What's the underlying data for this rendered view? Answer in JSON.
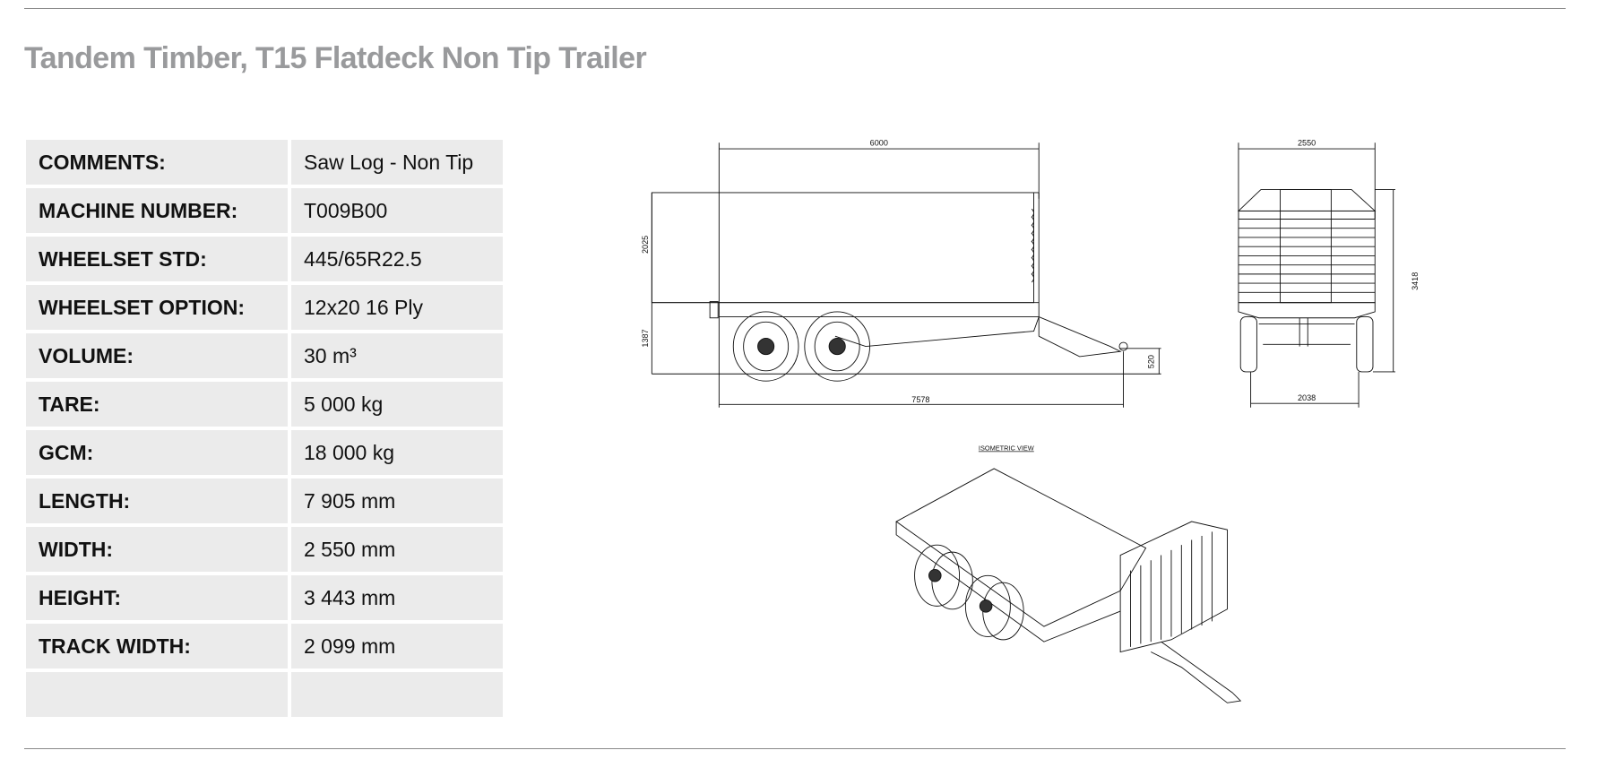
{
  "title": "Tandem Timber, T15 Flatdeck Non Tip Trailer",
  "specs": [
    {
      "label": "COMMENTS:",
      "value": "Saw Log - Non Tip"
    },
    {
      "label": "MACHINE NUMBER:",
      "value": "T009B00"
    },
    {
      "label": "WHEELSET STD:",
      "value": "445/65R22.5"
    },
    {
      "label": "WHEELSET OPTION:",
      "value": "12x20 16 Ply"
    },
    {
      "label": "VOLUME:",
      "value": "30 m³"
    },
    {
      "label": "TARE:",
      "value": "5 000 kg"
    },
    {
      "label": "GCM:",
      "value": "18 000 kg"
    },
    {
      "label": "LENGTH:",
      "value": "7 905 mm"
    },
    {
      "label": "WIDTH:",
      "value": "2 550 mm"
    },
    {
      "label": "HEIGHT:",
      "value": "3 443 mm"
    },
    {
      "label": "TRACK WIDTH:",
      "value": "2 099 mm"
    },
    {
      "label": "",
      "value": ""
    }
  ],
  "drawing": {
    "side": {
      "deck_length": "6000",
      "overall_length": "7578",
      "rack_height": "2025",
      "deck_height": "1387",
      "hitch_height": "520"
    },
    "front": {
      "width": "2550",
      "height": "3418",
      "track": "2038"
    },
    "iso_label": "ISOMETRIC VIEW"
  }
}
